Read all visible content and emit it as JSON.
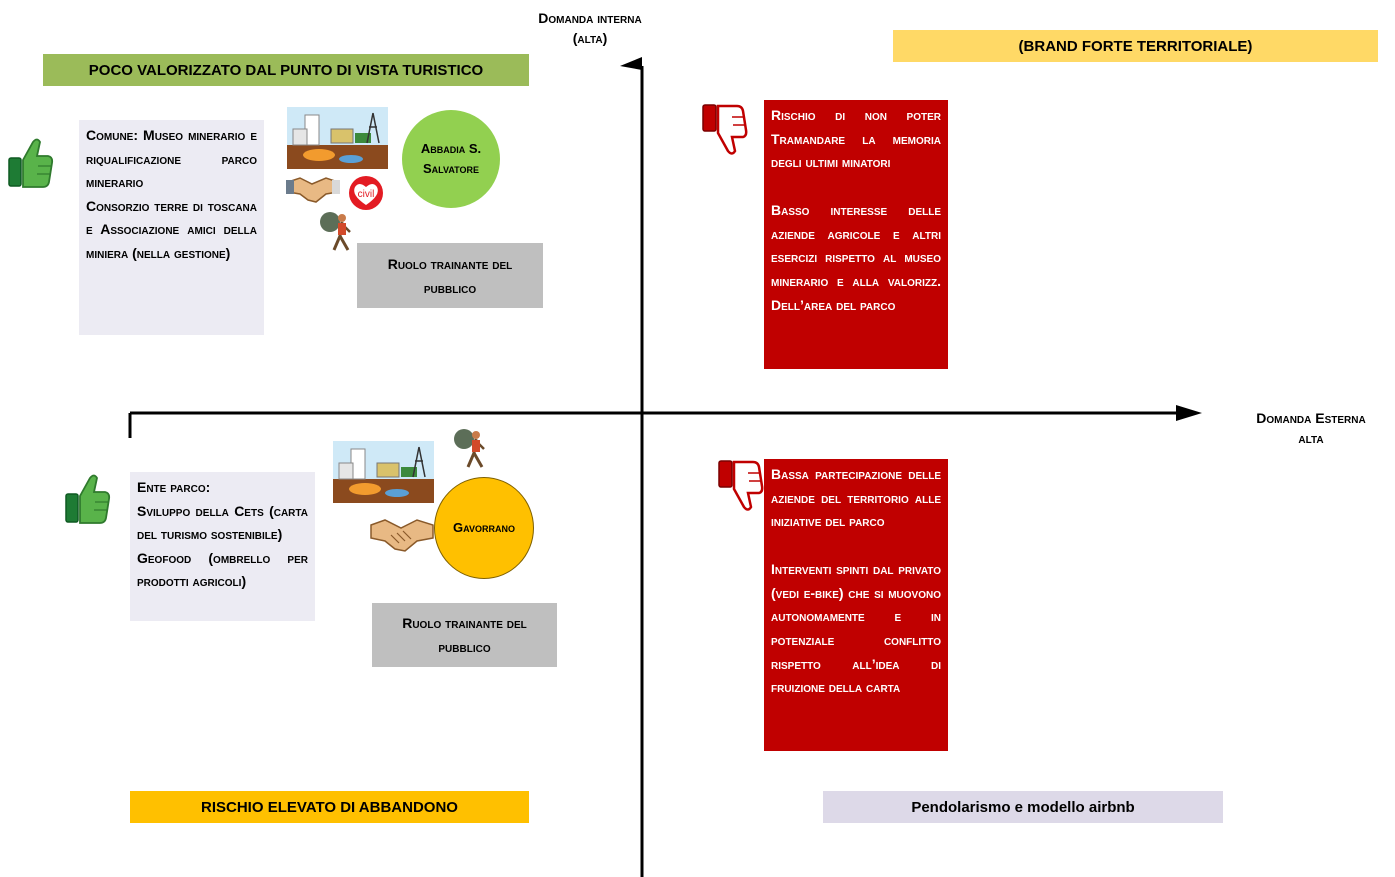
{
  "axes": {
    "y_label_line1": "Domanda interna",
    "y_label_line2": "(alta)",
    "x_label_line1": "Domanda Esterna",
    "x_label_line2": "alta"
  },
  "banners": {
    "top_left": "POCO VALORIZZATO DAL PUNTO DI VISTA TURISTICO",
    "top_right": "(BRAND FORTE TERRITORIALE)",
    "bottom_left": "RISCHIO ELEVATO DI ABBANDONO",
    "bottom_right": "Pendolarismo e modello airbnb"
  },
  "quadrants": {
    "top_left": {
      "text_lines": [
        "Comune: Museo minerario e riqualificazione parco minerario",
        "Consorzio terre di toscana e Associazione amici della miniera (nella gestione)"
      ],
      "circle_label": "Abbadia S. Salvatore",
      "role_label": "Ruolo trainante del pubblico",
      "civil_logo_text": "civil"
    },
    "bottom_left": {
      "text_lines": [
        "Ente parco:",
        "Sviluppo della Cets (carta del turismo sostenibile)",
        "Geofood (ombrello per prodotti agricoli)"
      ],
      "circle_label": "Gavorrano",
      "role_label": "Ruolo trainante del pubblico"
    },
    "top_right": {
      "paragraphs": [
        "Rischio di non poter Tramandare la memoria degli ultimi minatori",
        "Basso interesse delle aziende agricole e altri esercizi rispetto al museo minerario e alla valorizz. Dell’area del parco"
      ]
    },
    "bottom_right": {
      "paragraphs": [
        "Bassa partecipazione delle aziende del territorio alle iniziative del parco",
        "Interventi spinti dal privato (vedi e-bike) che si muovono autonomamente e in potenziale conflitto rispetto all’idea di fruizione della carta"
      ]
    }
  },
  "colors": {
    "green_banner": "#9bbb59",
    "yellow_banner": "#ffd966",
    "orange_banner": "#ffc000",
    "lavender_banner": "#ddd9e8",
    "text_box_bg": "#ecebf3",
    "red_box": "#c00000",
    "gray_box": "#bfbfbf",
    "green_circle": "#92d050",
    "yellow_circle": "#ffc000"
  },
  "icons": [
    "thumbs-up-icon",
    "thumbs-down-icon",
    "handshake-icon",
    "hiker-icon",
    "mining-plant-icon",
    "civil-logo-icon"
  ]
}
